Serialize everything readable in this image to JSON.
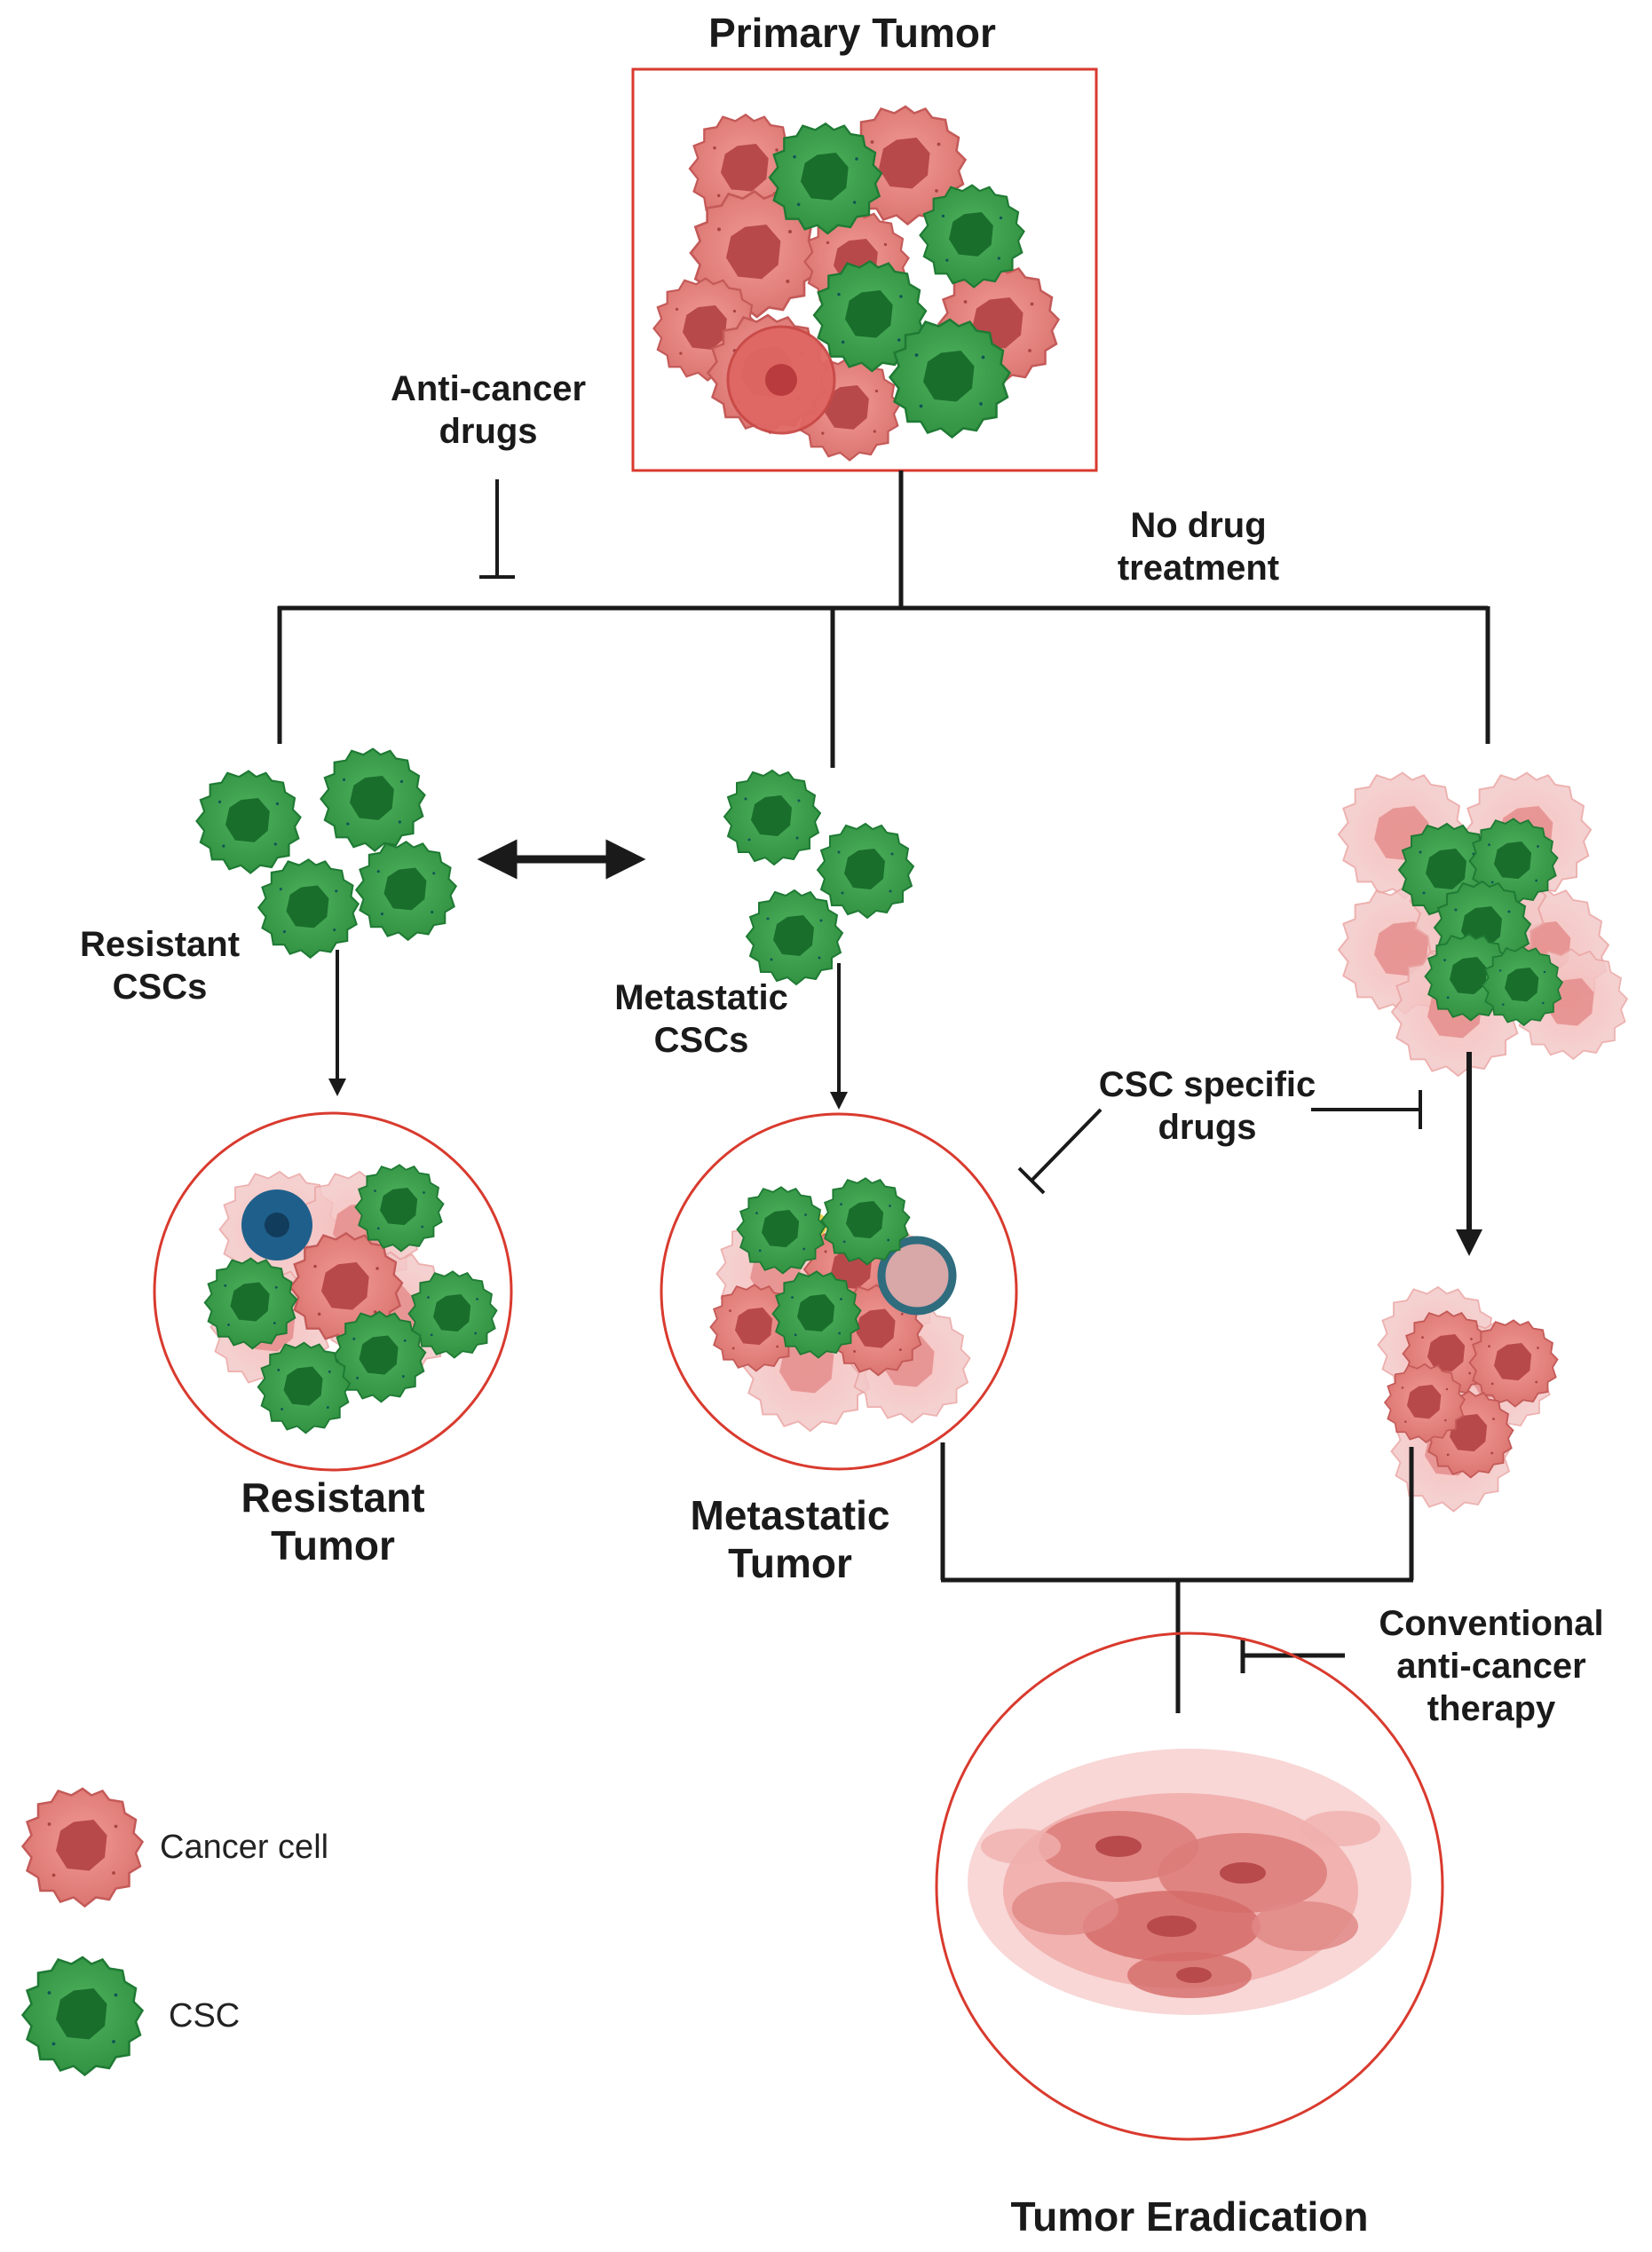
{
  "labels": {
    "primary_tumor": "Primary Tumor",
    "anti_cancer_drugs_1": "Anti-cancer",
    "anti_cancer_drugs_2": "drugs",
    "no_drug_1": "No drug",
    "no_drug_2": "treatment",
    "resistant_cscs_1": "Resistant",
    "resistant_cscs_2": "CSCs",
    "metastatic_cscs_1": "Metastatic",
    "metastatic_cscs_2": "CSCs",
    "csc_drugs_1": "CSC specific",
    "csc_drugs_2": "drugs",
    "resistant_tumor_1": "Resistant",
    "resistant_tumor_2": "Tumor",
    "metastatic_tumor_1": "Metastatic",
    "metastatic_tumor_2": "Tumor",
    "conventional_1": "Conventional",
    "conventional_2": "anti-cancer",
    "conventional_3": "therapy",
    "tumor_eradication": "Tumor Eradication"
  },
  "legend": {
    "cancer_cell": "Cancer cell",
    "csc": "CSC"
  },
  "colors": {
    "cancer": "#d9726e",
    "cancer_dark": "#b94a4c",
    "csc": "#3a9e4b",
    "csc_dark": "#1f7a34",
    "outline_red": "#d93a2e",
    "line": "#1a1a1a"
  }
}
